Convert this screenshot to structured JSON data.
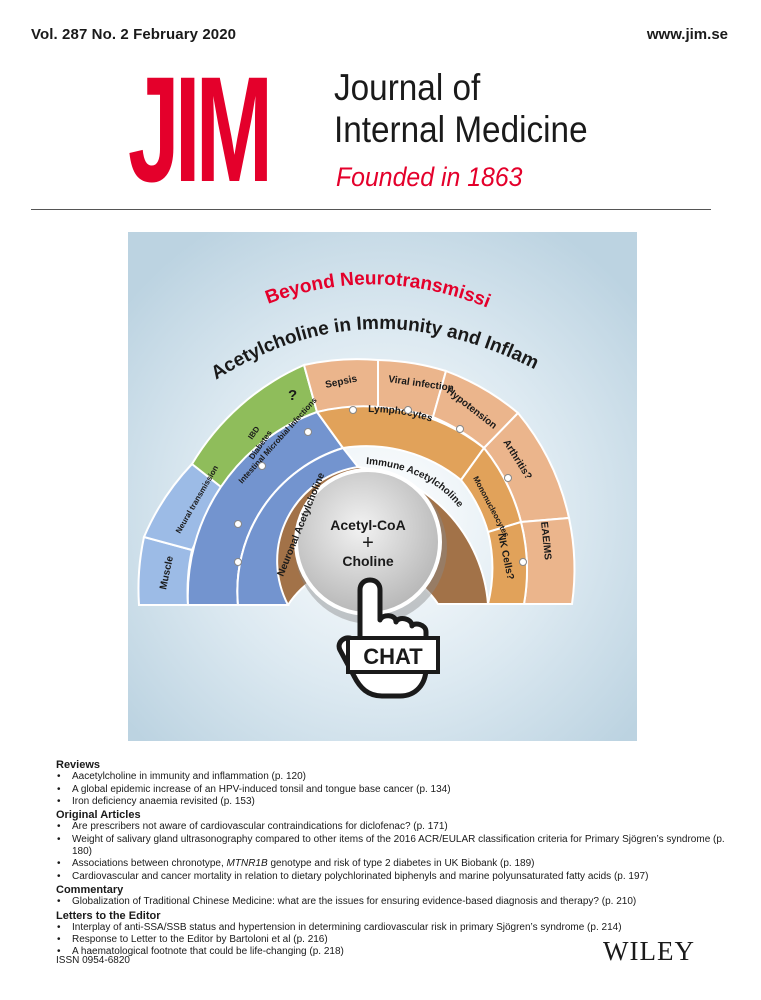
{
  "header": {
    "issue": "Vol. 287  No. 2 February 2020",
    "website": "www.jim.se"
  },
  "masthead": {
    "logo": "JIM",
    "title_line1": "Journal of",
    "title_line2": "Internal Medicine",
    "founded": "Founded in 1863"
  },
  "cover_art": {
    "title_red": "Beyond Neurotransmission:",
    "title_black": "Acetylcholine in Immunity and Inflammation",
    "center_line1": "Acetyl-CoA",
    "center_plus": "+",
    "center_line2": "Choline",
    "chat": "CHAT",
    "neuronal_label": "Neuronal Acetylcholine",
    "immune_label": "Immune Acetylcholine",
    "blue_items": [
      "Muscle",
      "Neural transmission"
    ],
    "green_items": [
      "IBD",
      "Diabetes",
      "Intestinal Microbial Infections"
    ],
    "green_question": "?",
    "cell_items": [
      "Lymphocytes",
      "Mononucleocytes",
      "NK Cells?"
    ],
    "disease_items": [
      "Sepsis",
      "Viral infection",
      "Hypotension",
      "Arthritis?",
      "EAE/MS"
    ],
    "colors": {
      "blue": "#7d9fd2",
      "blue_light": "#9cbbe6",
      "green": "#8fbd5b",
      "brown": "#a27248",
      "orange": "#e1a25a",
      "peach": "#ebb58c",
      "red": "#e4002b"
    }
  },
  "toc": [
    {
      "heading": "Reviews",
      "items": [
        "Aacetylcholine in immunity and inflammation (p. 120)",
        "A global epidemic increase of an HPV-induced tonsil and tongue base cancer (p. 134)",
        "Iron deficiency anaemia revisited (p. 153)"
      ]
    },
    {
      "heading": "Original Articles",
      "items": [
        "Are prescribers not aware of cardiovascular contraindications for diclofenac? (p. 171)",
        "Weight of salivary gland ultrasonography compared to other items of the 2016 ACR/EULAR classification criteria for Primary Sjögren’s syndrome (p. 180)",
        "Associations between chronotype, MTNR1B genotype and risk of type 2 diabetes in UK Biobank (p. 189)",
        "Cardiovascular and cancer mortality in relation to dietary polychlorinated biphenyls and marine polyunsaturated fatty acids (p. 197)"
      ]
    },
    {
      "heading": "Commentary",
      "items": [
        "Globalization of Traditional Chinese Medicine: what are the issues for ensuring evidence-based diagnosis and therapy? (p. 210)"
      ]
    },
    {
      "heading": "Letters to the Editor",
      "items": [
        "Interplay of anti-SSA/SSB status and hypertension in determining cardiovascular risk in primary Sjögren’s syndrome (p. 214)",
        "Response to Letter to the Editor by Bartoloni et al (p. 216)",
        "A haematological footnote that could be life-changing (p. 218)"
      ]
    }
  ],
  "footer": {
    "issn": "ISSN 0954-6820",
    "publisher": "WILEY"
  }
}
